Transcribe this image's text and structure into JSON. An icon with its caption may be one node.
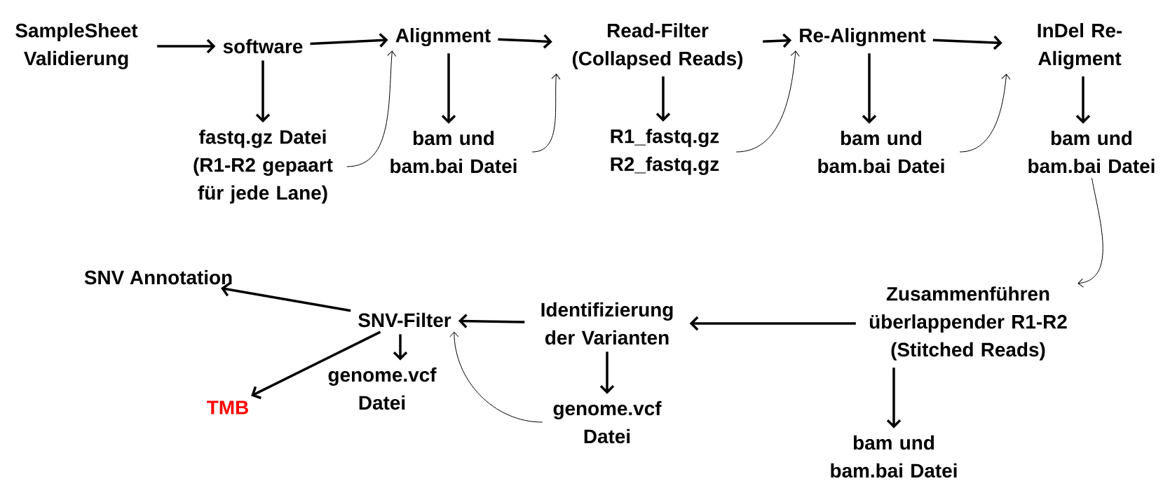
{
  "diagram": {
    "nodes": [
      {
        "text": [
          "SampleSheet Validierung"
        ]
      },
      {
        "text": [
          "software"
        ]
      },
      {
        "text": [
          "Alignment"
        ]
      },
      {
        "text": [
          "Read-Filter (Collapsed Reads)"
        ]
      },
      {
        "text": [
          "Re-Alignment"
        ]
      },
      {
        "text": [
          "InDel Re-Aligment"
        ]
      },
      {
        "text": [
          "fastq.gz Datei (R1-R2 gepaart für jede Lane)"
        ]
      },
      {
        "text": [
          "bam und bam.bai Datei"
        ]
      },
      {
        "text": [
          "R1_fastq.gz R2_fastq.gz"
        ]
      },
      {
        "text": [
          "bam und bam.bai Datei"
        ]
      },
      {
        "text": [
          "bam und bam.bai Datei"
        ]
      },
      {
        "text": [
          "Zusammenführen überlappender R1-R2 (Stitched Reads)"
        ]
      },
      {
        "text": [
          "bam und bam.bai Datei"
        ]
      },
      {
        "text": [
          "Identifizierung der Varianten"
        ]
      },
      {
        "text": [
          "genome.vcf Datei"
        ]
      },
      {
        "text": [
          "SNV-Filter"
        ]
      },
      {
        "text": [
          "genome.vcf Datei"
        ]
      },
      {
        "text": [
          "SNV Annotation"
        ]
      },
      {
        "text": [
          "TMB"
        ]
      }
    ],
    "edges": [
      {
        "from": 0,
        "to": 1,
        "arrow": "to"
      },
      {
        "from": 1,
        "to": 2,
        "arrow": "to"
      },
      {
        "from": 2,
        "to": 3,
        "arrow": "to"
      },
      {
        "from": 3,
        "to": 4,
        "arrow": "to"
      },
      {
        "from": 4,
        "to": 5,
        "arrow": "to"
      },
      {
        "from": 1,
        "to": 6,
        "arrow": "to"
      },
      {
        "from": 2,
        "to": 7,
        "arrow": "to"
      },
      {
        "from": 3,
        "to": 8,
        "arrow": "to"
      },
      {
        "from": 4,
        "to": 9,
        "arrow": "to"
      },
      {
        "from": 5,
        "to": 10,
        "arrow": "to"
      },
      {
        "from": 6,
        "to": 2,
        "arrow": "to"
      },
      {
        "from": 7,
        "to": 3,
        "arrow": "to"
      },
      {
        "from": 8,
        "to": 4,
        "arrow": "to"
      },
      {
        "from": 9,
        "to": 5,
        "arrow": "to"
      },
      {
        "from": 10,
        "to": 11,
        "arrow": "to"
      },
      {
        "from": 11,
        "to": 13,
        "arrow": "to"
      },
      {
        "from": 11,
        "to": 12,
        "arrow": "to"
      },
      {
        "from": 13,
        "to": 15,
        "arrow": "to"
      },
      {
        "from": 15,
        "to": 17,
        "arrow": "to"
      },
      {
        "from": 15,
        "to": 18,
        "arrow": "to"
      },
      {
        "from": 15,
        "to": 16,
        "arrow": "to"
      },
      {
        "from": 13,
        "to": 14,
        "arrow": "to"
      },
      {
        "from": 14,
        "to": 15,
        "arrow": "to"
      }
    ]
  }
}
